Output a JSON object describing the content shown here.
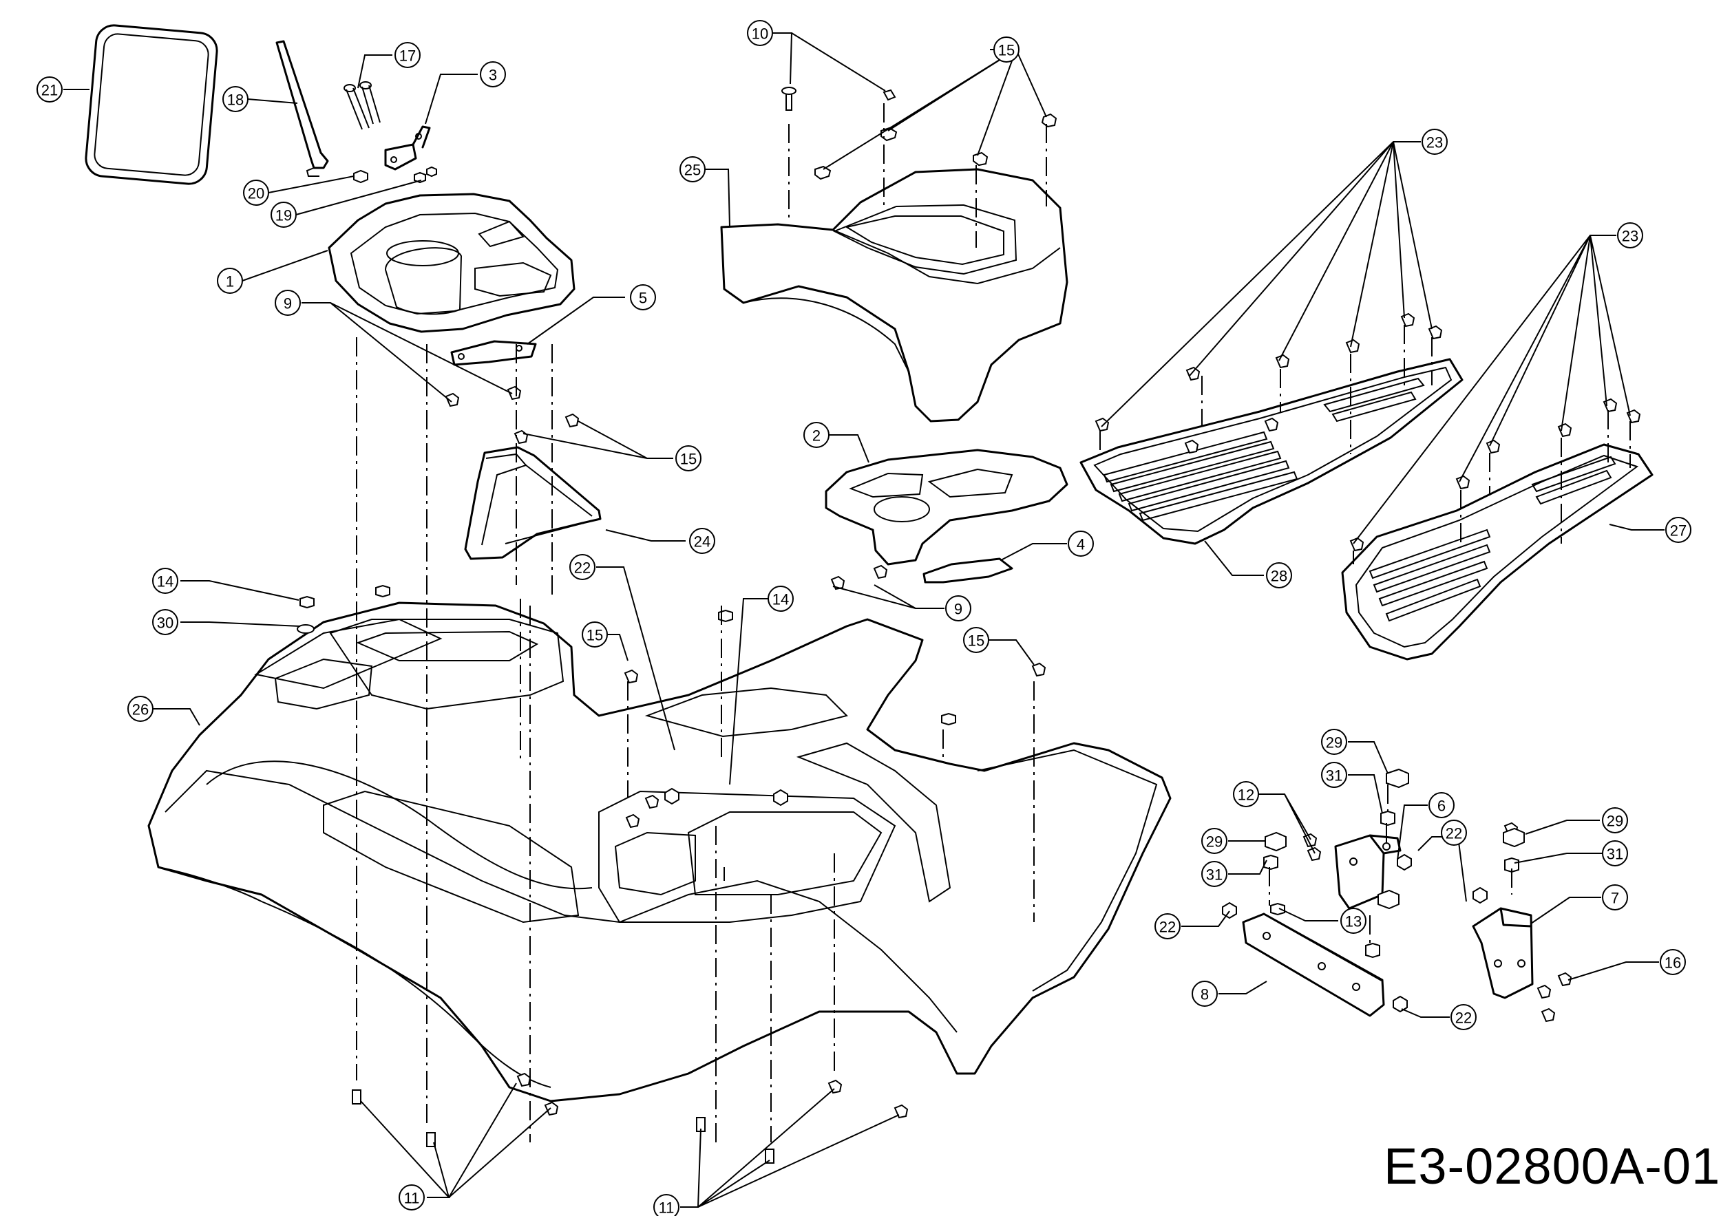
{
  "drawing_code": "E3-02800A-01",
  "callouts": [
    {
      "label": "21"
    },
    {
      "label": "18"
    },
    {
      "label": "17"
    },
    {
      "label": "3"
    },
    {
      "label": "20"
    },
    {
      "label": "19"
    },
    {
      "label": "1"
    },
    {
      "label": "9"
    },
    {
      "label": "5"
    },
    {
      "label": "15"
    },
    {
      "label": "24"
    },
    {
      "label": "14"
    },
    {
      "label": "30"
    },
    {
      "label": "26"
    },
    {
      "label": "22"
    },
    {
      "label": "15"
    },
    {
      "label": "14"
    },
    {
      "label": "11"
    },
    {
      "label": "11"
    },
    {
      "label": "10"
    },
    {
      "label": "15"
    },
    {
      "label": "25"
    },
    {
      "label": "2"
    },
    {
      "label": "4"
    },
    {
      "label": "9"
    },
    {
      "label": "15"
    },
    {
      "label": "23"
    },
    {
      "label": "23"
    },
    {
      "label": "27"
    },
    {
      "label": "28"
    },
    {
      "label": "29"
    },
    {
      "label": "31"
    },
    {
      "label": "12"
    },
    {
      "label": "6"
    },
    {
      "label": "29"
    },
    {
      "label": "31"
    },
    {
      "label": "22"
    },
    {
      "label": "29"
    },
    {
      "label": "31"
    },
    {
      "label": "22"
    },
    {
      "label": "13"
    },
    {
      "label": "7"
    },
    {
      "label": "16"
    },
    {
      "label": "8"
    },
    {
      "label": "22"
    }
  ]
}
